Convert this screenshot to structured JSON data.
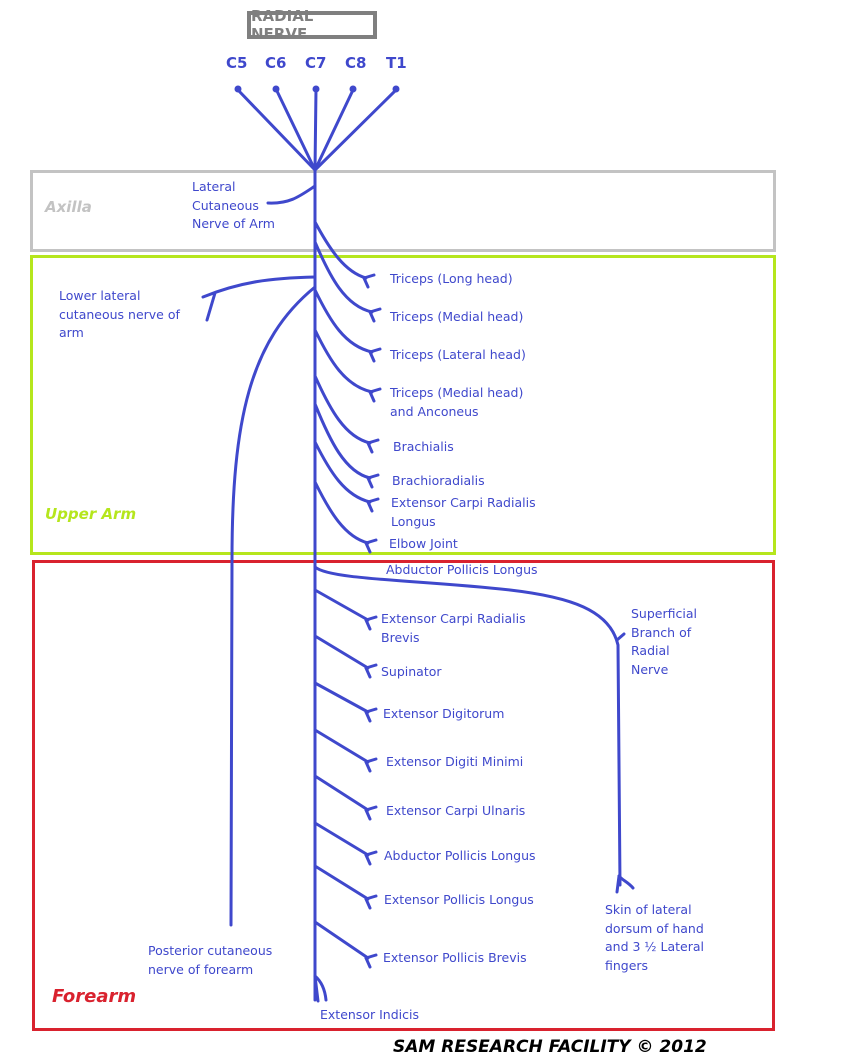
{
  "title": "RADIAL NERVE",
  "colors": {
    "nerve": "#3f48cc",
    "axilla": "#c3c3c3",
    "upper_arm": "#b5e61d",
    "forearm": "#d9222e",
    "title_border": "#7f7f7f"
  },
  "roots": [
    "C5",
    "C6",
    "C7",
    "C8",
    "T1"
  ],
  "regions": {
    "axilla": "Axilla",
    "upper_arm": "Upper Arm",
    "forearm": "Forearm"
  },
  "branches": {
    "lateral_cutaneous_arm": [
      "Lateral",
      "Cutaneous",
      "Nerve of Arm"
    ],
    "lower_lateral_cutaneous": [
      "Lower lateral",
      "cutaneous nerve of",
      "arm"
    ],
    "posterior_cutaneous_forearm": [
      "Posterior cutaneous",
      "nerve of forearm"
    ],
    "superficial_branch": [
      "Superficial",
      "Branch of",
      "Radial",
      "Nerve"
    ],
    "skin_dorsum": [
      "Skin of lateral",
      "dorsum of hand",
      "and 3 ½ Lateral",
      "fingers"
    ]
  },
  "upper_arm_muscles": [
    [
      "Triceps (Long head)"
    ],
    [
      "Triceps (Medial head)"
    ],
    [
      "Triceps (Lateral head)"
    ],
    [
      "Triceps (Medial head)",
      "and Anconeus"
    ],
    [
      "Brachialis"
    ],
    [
      "Brachioradialis"
    ],
    [
      "Extensor Carpi Radialis",
      "Longus"
    ],
    [
      "Elbow Joint"
    ]
  ],
  "forearm_muscles": [
    [
      "Abductor Pollicis Longus"
    ],
    [
      "Extensor Carpi Radialis",
      "Brevis"
    ],
    [
      "Supinator"
    ],
    [
      "Extensor Digitorum"
    ],
    [
      "Extensor Digiti Minimi"
    ],
    [
      "Extensor Carpi Ulnaris"
    ],
    [
      "Abductor Pollicis Longus"
    ],
    [
      "Extensor Pollicis Longus"
    ],
    [
      "Extensor Pollicis Brevis"
    ],
    [
      "Extensor Indicis"
    ]
  ],
  "footer": "SAM RESEARCH FACILITY © 2012"
}
